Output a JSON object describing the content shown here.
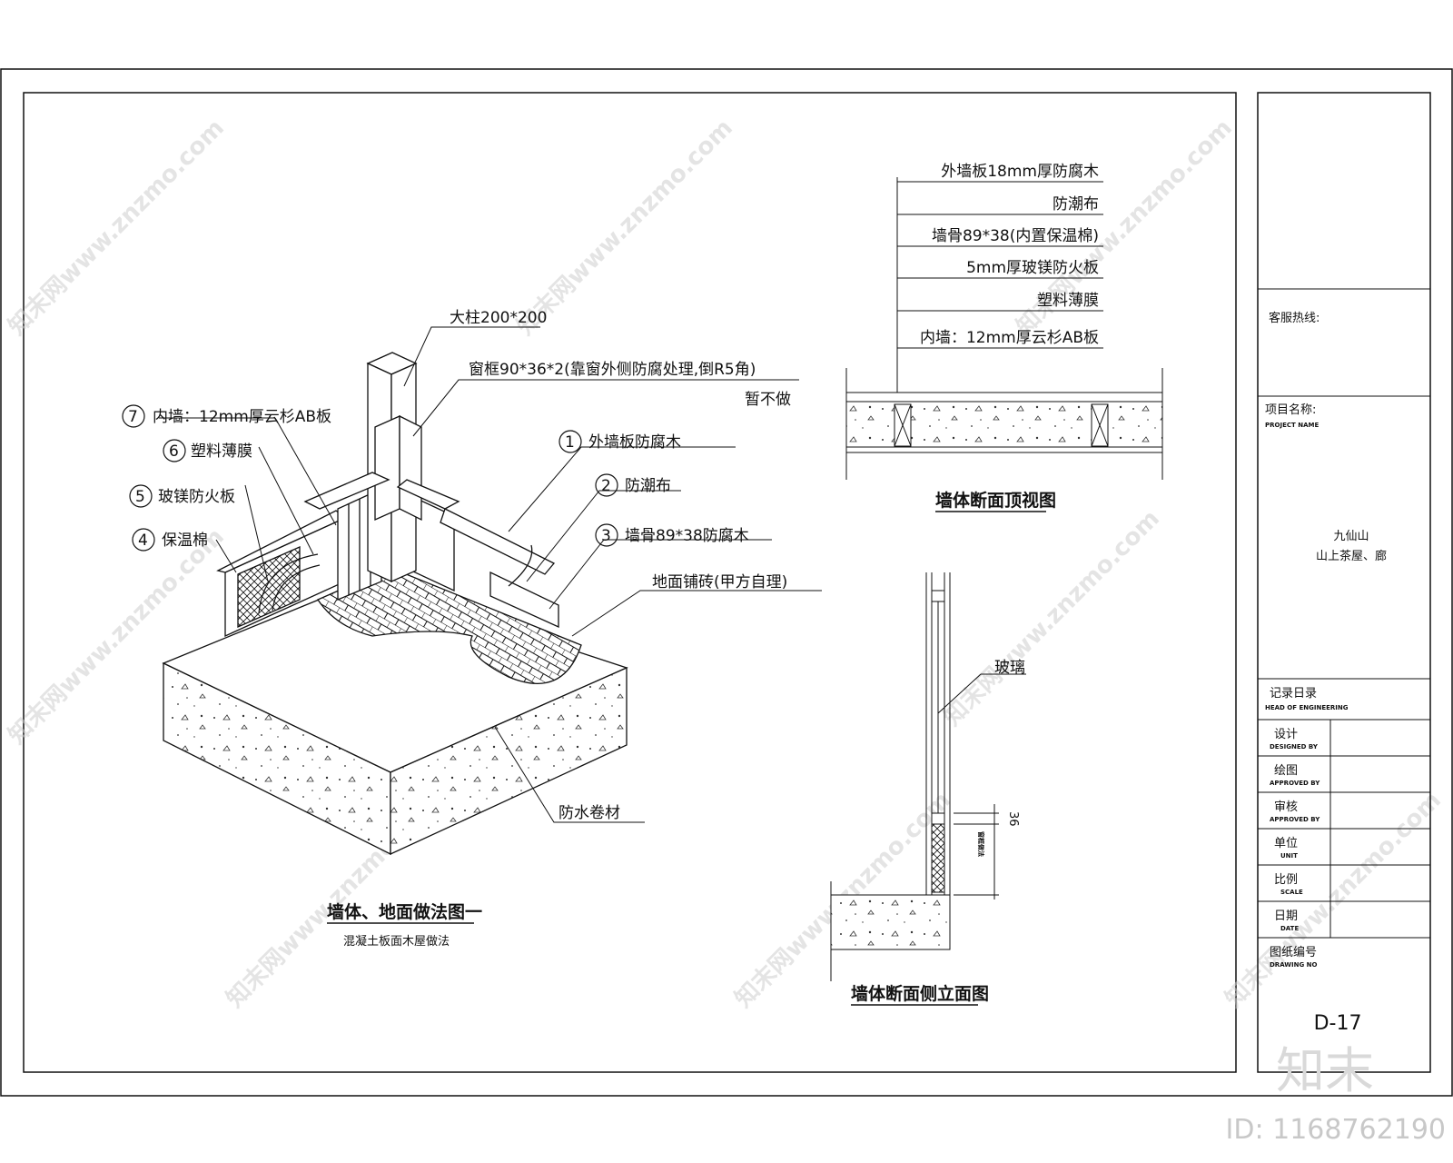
{
  "watermark": {
    "site": "知末网www.znzmo.com",
    "logo": "知末",
    "id": "ID: 1168762190"
  },
  "iso": {
    "labels": {
      "column": "大柱200*200",
      "window_frame": "窗框90*36*2(靠窗外侧防腐处理,倒R5角)",
      "window_note": "暂不做",
      "inner_wall": "内墙：12mm厚云杉AB板",
      "plastic_film": "塑料薄膜",
      "fire_board": "玻镁防火板",
      "insulation": "保温棉",
      "ext_board": "外墙板防腐木",
      "moisture_cloth": "防潮布",
      "stud": "墙骨89*38防腐木",
      "floor_tile": "地面铺砖(甲方自理)",
      "waterproof": "防水卷材"
    },
    "numbers": [
      "1",
      "2",
      "3",
      "4",
      "5",
      "6",
      "7"
    ],
    "title": "墙体、地面做法图一",
    "subtitle": "混凝土板面木屋做法"
  },
  "top_view": {
    "layers": [
      "外墙板18mm厚防腐木",
      "防潮布",
      "墙骨89*38(内置保温棉)",
      "5mm厚玻镁防火板",
      "塑料薄膜",
      "内墙：12mm厚云杉AB板"
    ],
    "title": "墙体断面顶视图"
  },
  "side_view": {
    "glass": "玻璃",
    "dim": "36",
    "vertical_note": "窗框做法",
    "title": "墙体断面侧立面图"
  },
  "title_block": {
    "hotline": "客服热线:",
    "project_label": "项目名称:",
    "project_label_en": "PROJECT NAME",
    "project_name_1": "九仙山",
    "project_name_2": "山上茶屋、廊",
    "head": "记录日录",
    "head_en": "HEAD OF ENGINEERING",
    "rows": [
      {
        "cn": "设计",
        "en": "DESIGNED BY"
      },
      {
        "cn": "绘图",
        "en": "APPROVED BY"
      },
      {
        "cn": "审核",
        "en": "APPROVED BY"
      },
      {
        "cn": "单位",
        "en": "UNIT"
      },
      {
        "cn": "比例",
        "en": "SCALE"
      },
      {
        "cn": "日期",
        "en": "DATE"
      }
    ],
    "drawing_no_label": "图纸编号",
    "drawing_no_en": "DRAWING NO",
    "drawing_no": "D-17"
  }
}
